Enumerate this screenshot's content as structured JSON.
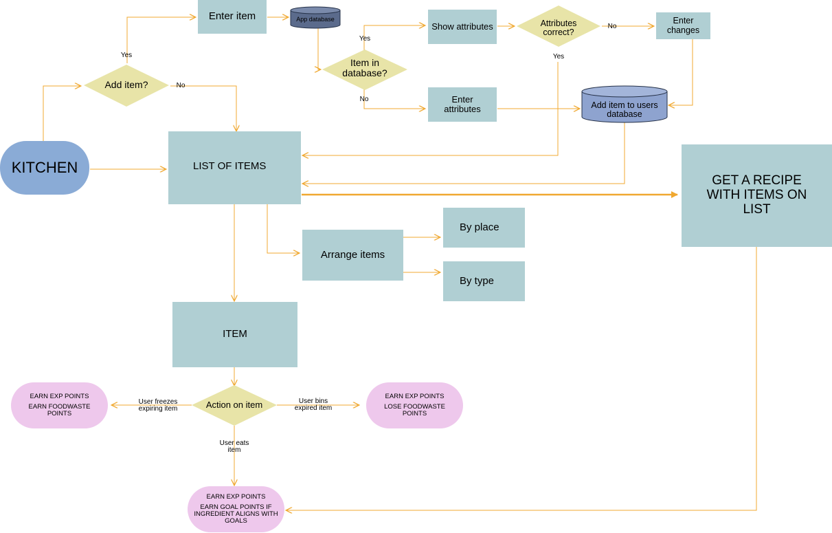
{
  "colors": {
    "process_fill": "#b0cfd3",
    "decision_fill": "#e8e4a8",
    "start_fill": "#8aabd6",
    "reward_fill": "#eec8ec",
    "app_db_fill": "#5b6b8c",
    "user_db_fill": "#8ea3cf",
    "connector": "#f0a830"
  },
  "nodes": {
    "kitchen": "KITCHEN",
    "add_item": "Add item?",
    "enter_item": "Enter item",
    "app_database": "App database",
    "item_in_database": "Item in database?",
    "show_attributes": "Show attributes",
    "attributes_correct": "Attributes correct?",
    "enter_changes": "Enter changes",
    "enter_attributes": "Enter attributes",
    "add_to_users_db": "Add item to users database",
    "list_of_items": "LIST OF ITEMS",
    "get_recipe": "GET A RECIPE WITH ITEMS ON LIST",
    "arrange_items": "Arrange items",
    "by_place": "By place",
    "by_type": "By type",
    "item": "ITEM",
    "action_on_item": "Action on item",
    "freeze_reward": [
      "EARN EXP POINTS",
      "EARN FOODWASTE POINTS"
    ],
    "bin_reward": [
      "EARN EXP POINTS",
      "LOSE FOODWASTE POINTS"
    ],
    "eat_reward": [
      "EARN EXP POINTS",
      "EARN GOAL POINTS IF INGREDIENT ALIGNS WITH GOALS"
    ]
  },
  "edge_labels": {
    "add_yes": "Yes",
    "add_no": "No",
    "in_db_yes": "Yes",
    "in_db_no": "No",
    "correct_no": "No",
    "correct_yes": "Yes",
    "freezes": "User freezes\nexpiring item",
    "bins": "User bins\nexpired item",
    "eats": "User eats\nitem"
  }
}
